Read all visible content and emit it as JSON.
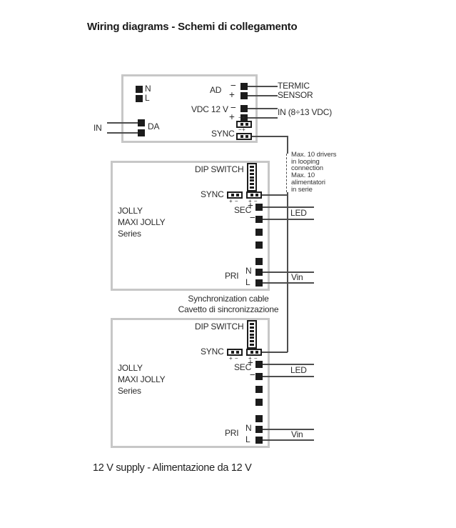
{
  "title": "Wiring diagrams - Schemi di collegamento",
  "caption": "12 V supply - Alimentazione da 12 V",
  "colors": {
    "box_border": "#c7c7c7",
    "wire": "#4d4d4d",
    "terminal": "#1c1c1c",
    "text": "#2b2b2b"
  },
  "top_box": {
    "n": "N",
    "l": "L",
    "in": "IN",
    "da": "DA",
    "ad": "AD",
    "vdc": "VDC 12 V",
    "sync": "SYNC",
    "plus": "+",
    "minus": "−",
    "marks": "−+",
    "termic": "TERMIC",
    "sensor": "SENSOR",
    "vdc_in": "IN (8÷13 VDC)"
  },
  "loop_note": {
    "lines": [
      "Max. 10 drivers",
      "in looping",
      "connection",
      "Max. 10",
      "alimentatori",
      "in serie"
    ]
  },
  "sync_note": {
    "line1": "Synchronization cable",
    "line2": "Cavetto di sincronizzazione"
  },
  "driver_box": {
    "dip_switch": "DIP SWITCH",
    "sync": "SYNC",
    "marks": "+ −",
    "sec": "SEC",
    "pri": "PRI",
    "plus": "+",
    "minus": "−",
    "n": "N",
    "l": "L",
    "led": "LED",
    "vin": "Vin",
    "series_lines": [
      "JOLLY",
      "MAXI JOLLY",
      "Series"
    ]
  }
}
